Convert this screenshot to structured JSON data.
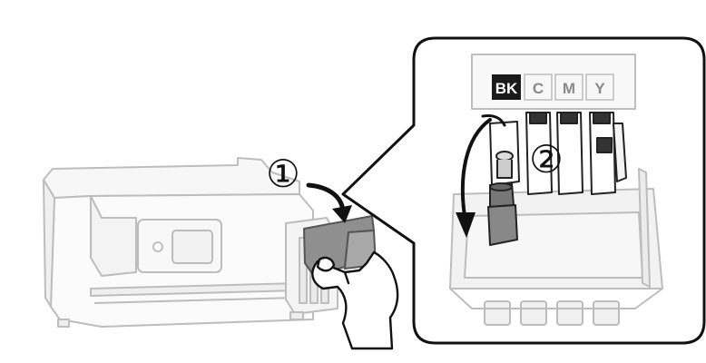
{
  "steps": [
    "①",
    "②"
  ],
  "ink_slots": [
    {
      "label": "BK",
      "highlighted": true
    },
    {
      "label": "C",
      "highlighted": false
    },
    {
      "label": "M",
      "highlighted": false
    },
    {
      "label": "Y",
      "highlighted": false
    }
  ],
  "colors": {
    "outline_light": "#bdbdbd",
    "fill_light": "#f4f4f4",
    "callout_border": "#111111",
    "arrow": "#111111",
    "cover_fill": "#909090",
    "label_dark_bg": "#1a1a1a",
    "bottle_fill": "#7a7a7a"
  },
  "icons": {
    "printer": "printer-illustration",
    "hand": "hand-illustration",
    "cover": "tank-cover-illustration",
    "cap": "ink-cap-illustration"
  }
}
